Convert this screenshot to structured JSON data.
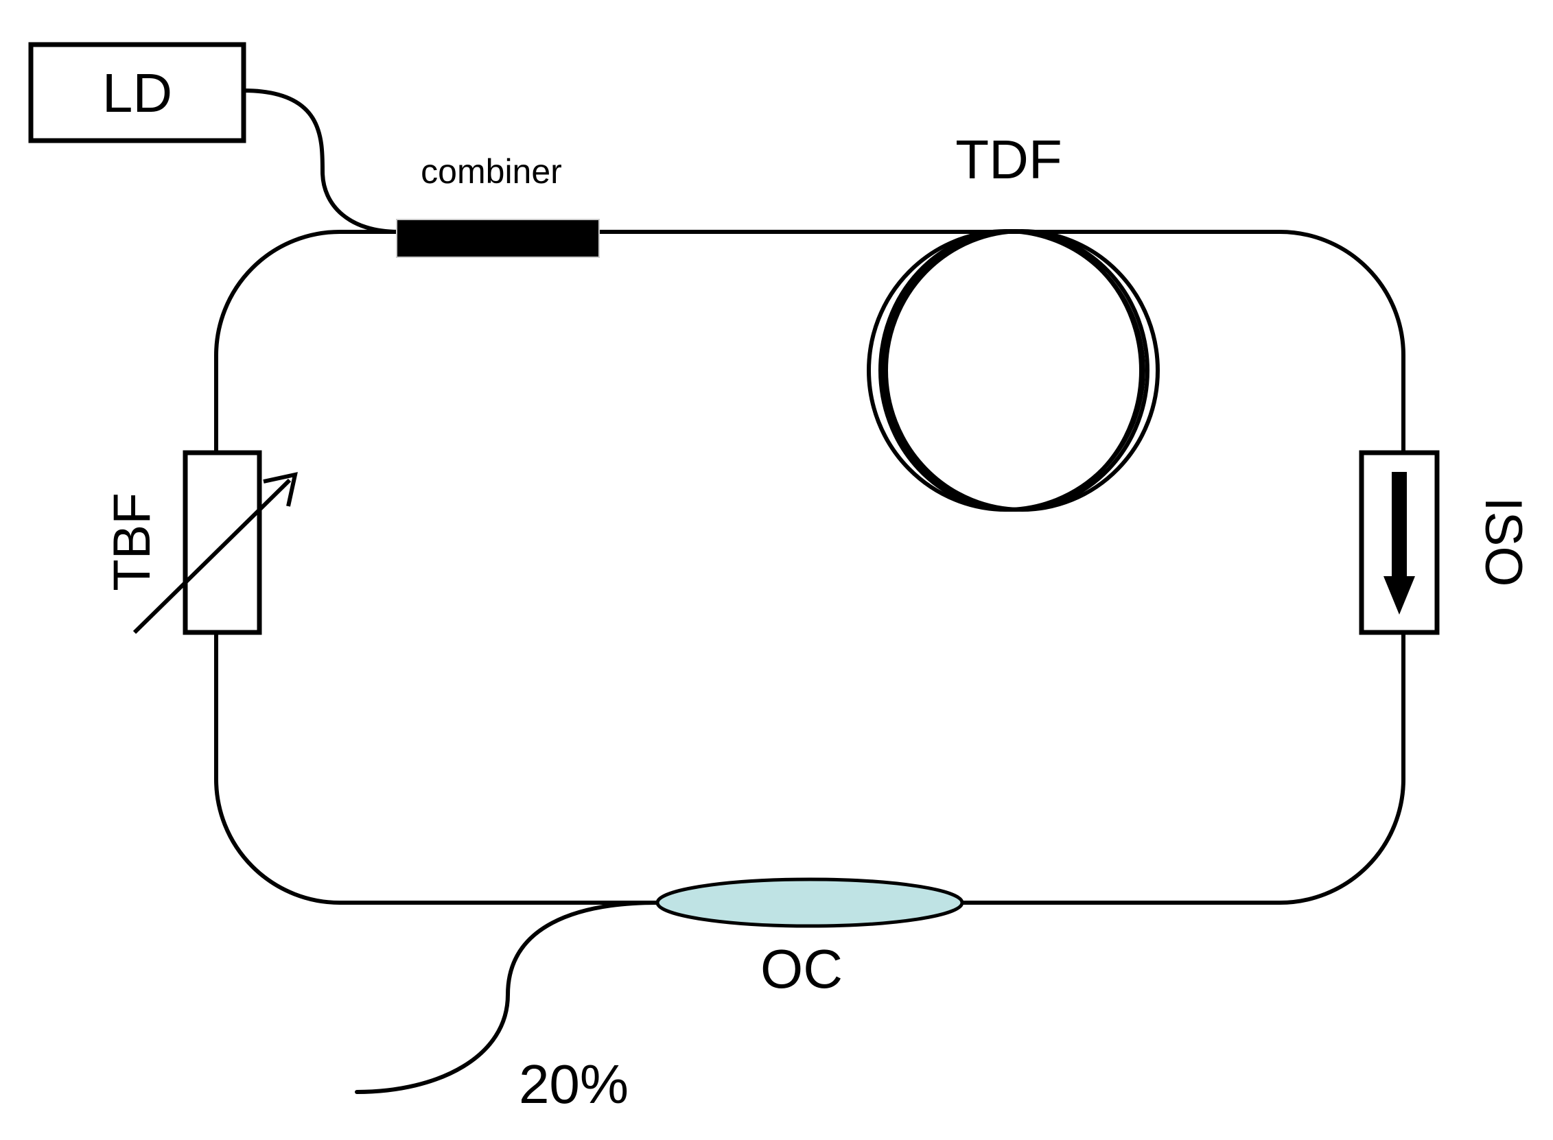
{
  "labels": {
    "ld": "LD",
    "combiner": "combiner",
    "tdf": "TDF",
    "tbf": "TBF",
    "iso": "ISO",
    "oc": "OC",
    "output_ratio": "20%"
  },
  "colors": {
    "line": "#000000",
    "background": "#ffffff",
    "coupler_fill": "#bfe3e4"
  }
}
